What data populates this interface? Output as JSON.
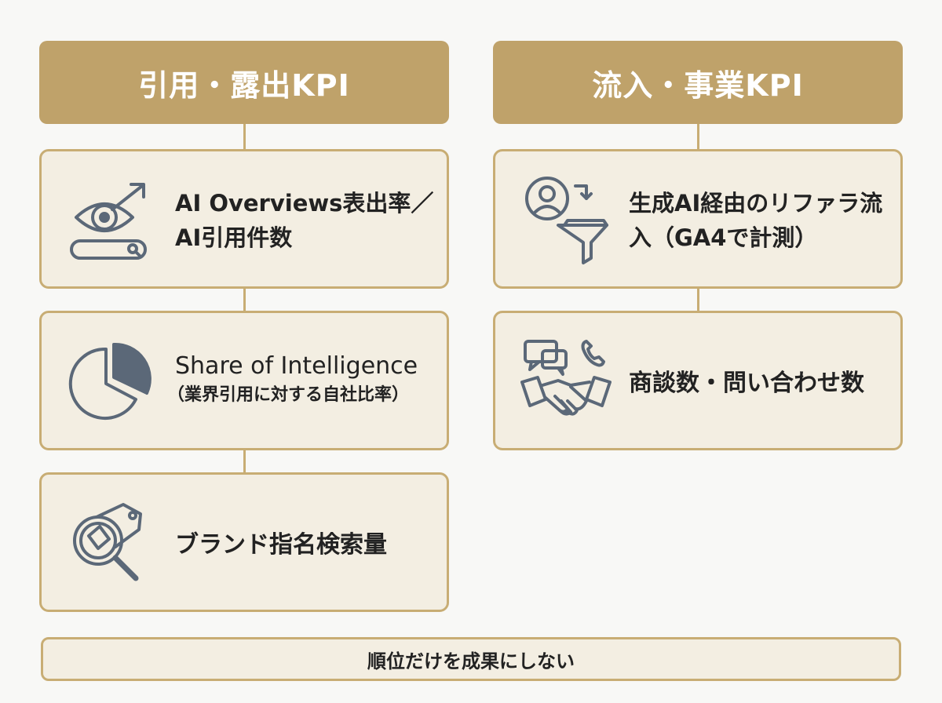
{
  "left_column": {
    "header": "引用・露出KPI",
    "items": [
      {
        "icon": "eye-search-icon",
        "text": "AI Overviews表出率／AI引用件数"
      },
      {
        "icon": "pie-chart-icon",
        "text": "Share of Intelligence",
        "subtext": "（業界引用に対する自社比率）"
      },
      {
        "icon": "magnifier-tag-icon",
        "text": "ブランド指名検索量"
      }
    ]
  },
  "right_column": {
    "header": "流入・事業KPI",
    "items": [
      {
        "icon": "user-funnel-icon",
        "text": "生成AI経由のリファラ流入（GA4で計測）"
      },
      {
        "icon": "handshake-icon",
        "text": "商談数・問い合わせ数"
      }
    ]
  },
  "footer": "順位だけを成果にしない",
  "colors": {
    "header_bg": "#bfa26a",
    "card_bg": "#f3eee2",
    "card_border": "#c8ad74",
    "icon": "#5b6878"
  }
}
